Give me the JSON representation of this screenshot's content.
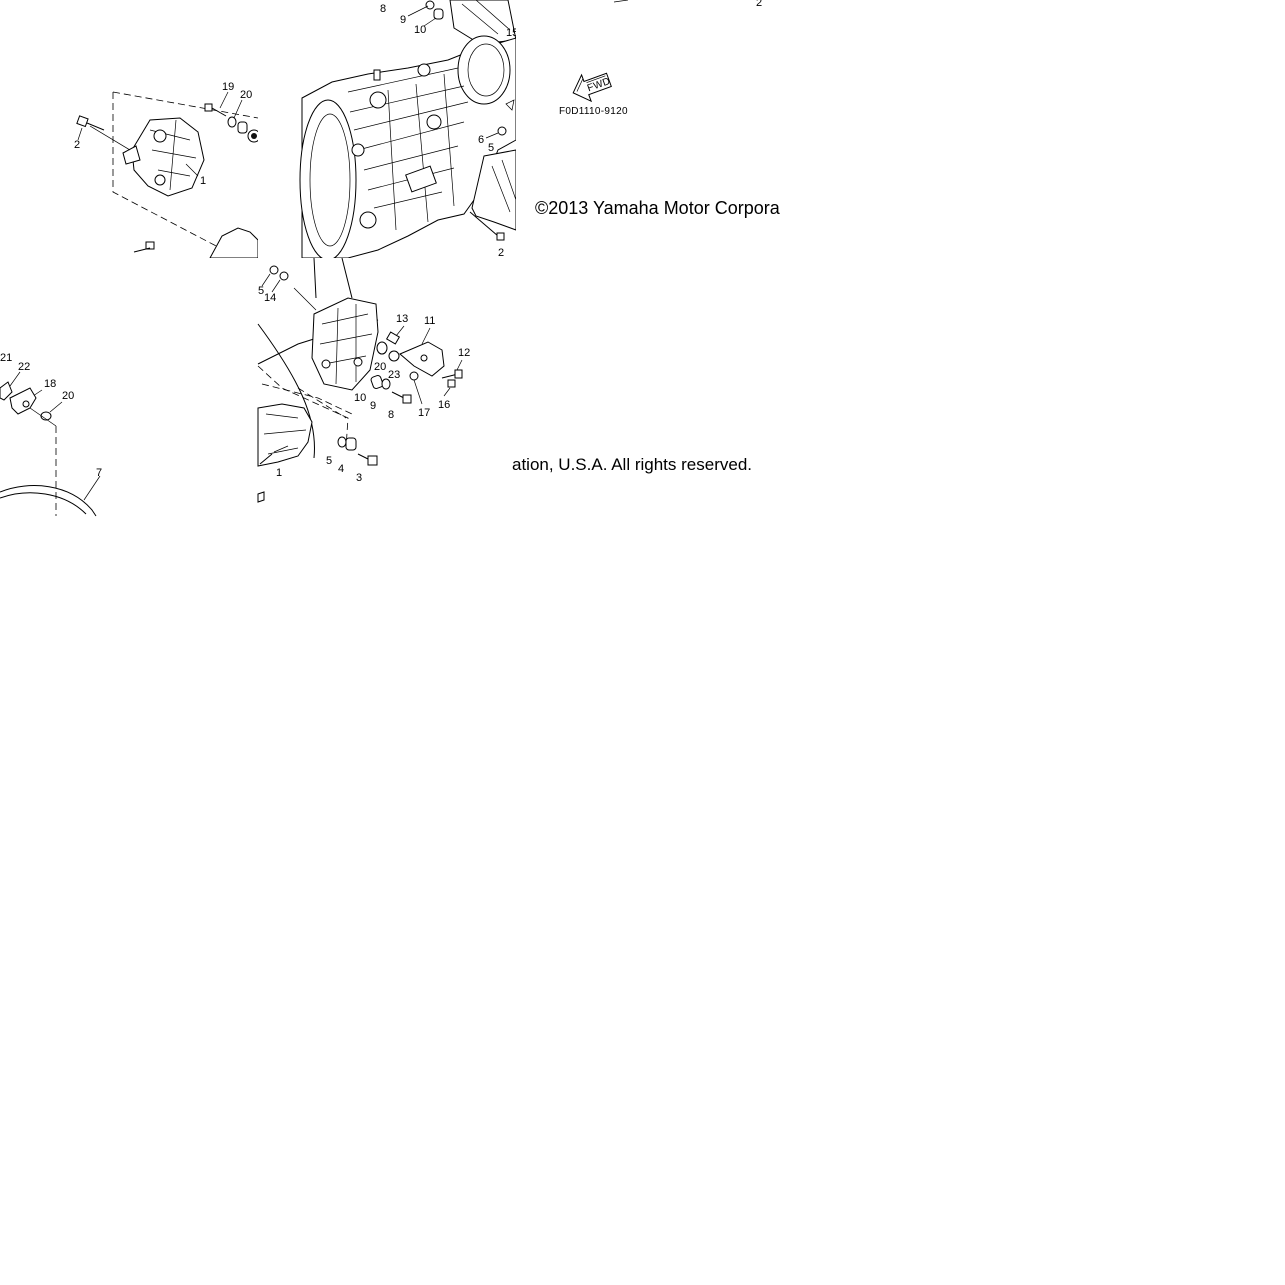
{
  "diagram": {
    "copyright_line_1": "©2013 Yamaha Motor Corpora",
    "copyright_line_2": "ation, U.S.A. All rights reserved.",
    "figure_code": "F0D1110-9120",
    "fwd_label": "FWD",
    "callouts_tile_top_left": [
      "19",
      "20",
      "2",
      "1"
    ],
    "callouts_tile_top_center": [
      "8",
      "9",
      "10",
      "15",
      "6",
      "5",
      "2"
    ],
    "callouts_tile_top_right": [
      "2"
    ],
    "callouts_tile_bottom_center": [
      "5",
      "14",
      "13",
      "11",
      "12",
      "20",
      "23",
      "10",
      "9",
      "8",
      "17",
      "16",
      "5",
      "4",
      "3",
      "1"
    ],
    "callouts_tile_bottom_left": [
      "21",
      "22",
      "18",
      "20",
      "7"
    ]
  }
}
